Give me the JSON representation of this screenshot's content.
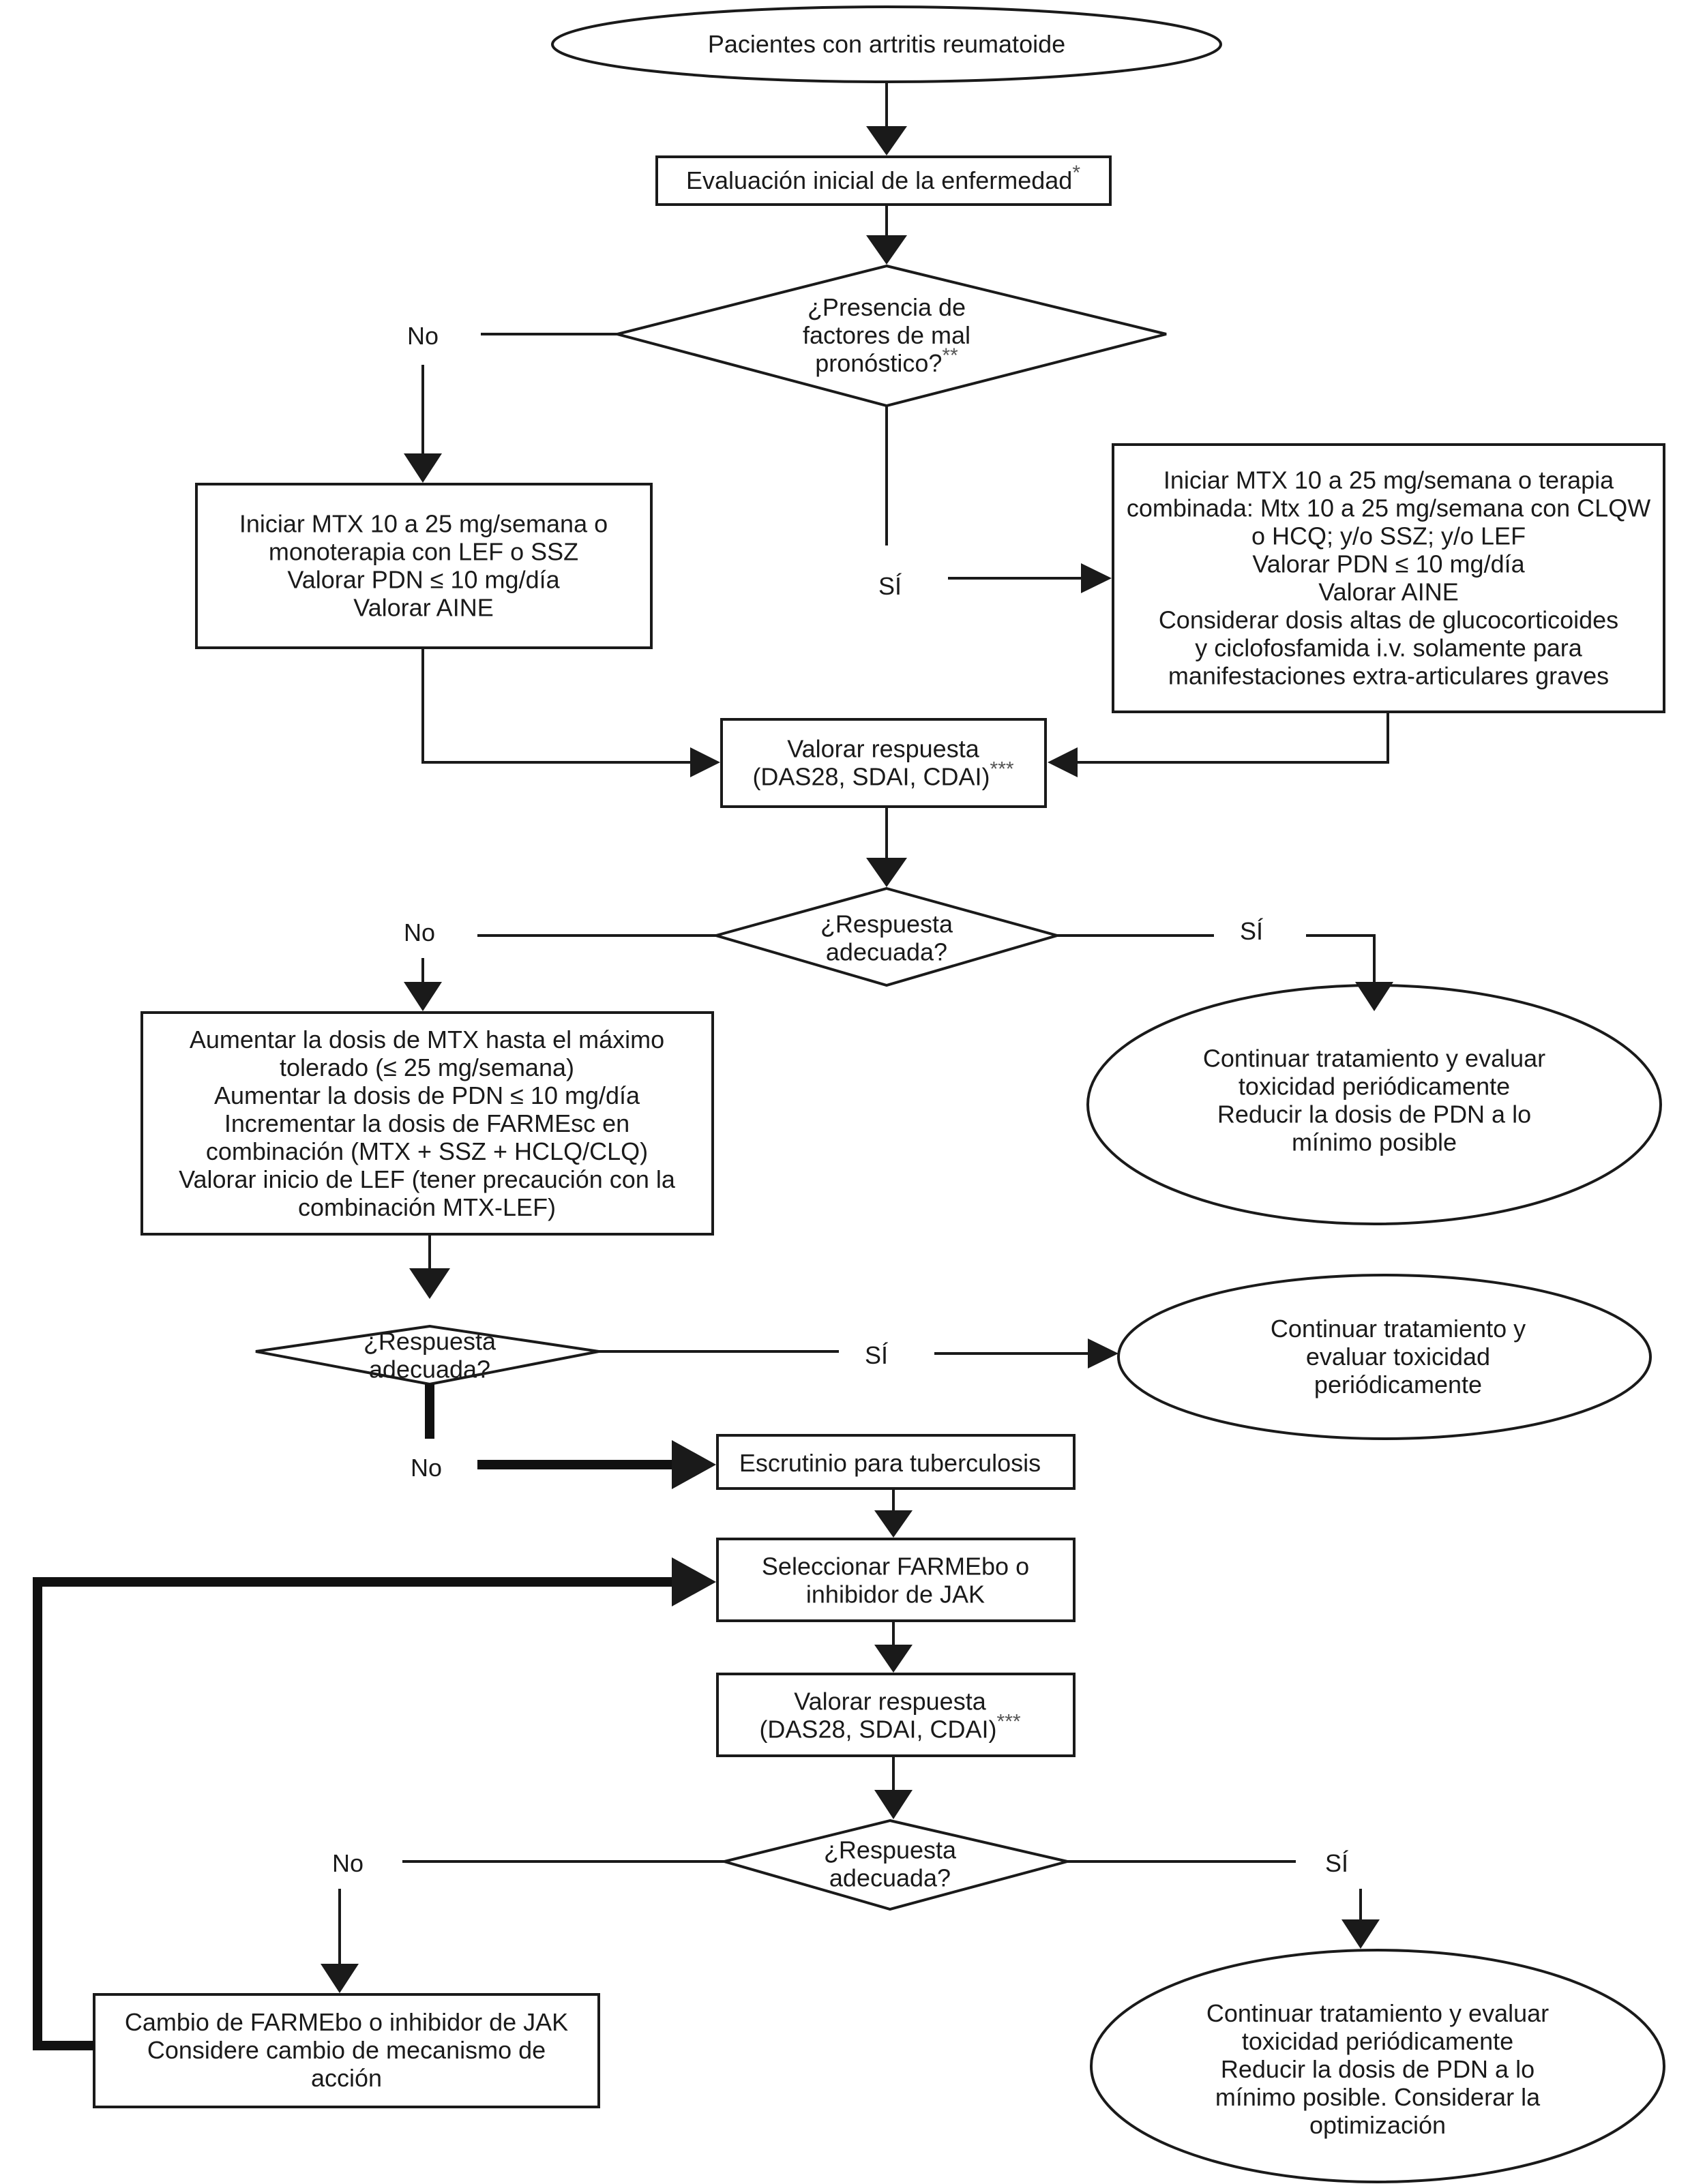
{
  "nodes": {
    "start": {
      "lines": [
        "Pacientes con artritis reumatoide"
      ]
    },
    "evaluacion": {
      "lines": [
        "Evaluación inicial de la enfermedad"
      ],
      "mark": "*"
    },
    "pronostico": {
      "lines": [
        "¿Presencia de",
        "factores de mal",
        "pronóstico?"
      ],
      "mark": "**"
    },
    "left_start": {
      "lines": [
        "Iniciar MTX 10 a 25 mg/semana o",
        "monoterapia con LEF o SSZ",
        "Valorar PDN ≤ 10 mg/día",
        "Valorar AINE"
      ]
    },
    "right_start": {
      "lines": [
        "Iniciar MTX 10 a 25 mg/semana o terapia",
        "combinada: Mtx 10 a 25 mg/semana con CLQW",
        "o HCQ; y/o SSZ; y/o LEF",
        "Valorar PDN ≤ 10 mg/día",
        "Valorar AINE",
        "Considerar dosis altas de glucocorticoides",
        "y ciclofosfamida i.v. solamente para",
        "manifestaciones extra-articulares graves"
      ]
    },
    "respuesta1": {
      "lines": [
        "Valorar respuesta",
        "(DAS28, SDAI, CDAI)"
      ],
      "mark": "***"
    },
    "decision1": {
      "lines": [
        "¿Respuesta",
        "adecuada?"
      ]
    },
    "aumentar": {
      "lines": [
        "Aumentar la dosis de MTX hasta el máximo",
        "tolerado (≤ 25 mg/semana)",
        "Aumentar la dosis de PDN ≤ 10 mg/día",
        "Incrementar la dosis de FARMEsc en",
        "combinación (MTX + SSZ + HCLQ/CLQ)",
        "Valorar inicio de LEF (tener precaución con la",
        "combinación MTX-LEF)"
      ]
    },
    "continuar1": {
      "lines": [
        "Continuar tratamiento y evaluar",
        "toxicidad periódicamente",
        "Reducir la dosis de PDN a lo",
        "mínimo posible"
      ]
    },
    "decision2": {
      "lines": [
        "¿Respuesta",
        "adecuada?"
      ]
    },
    "continuar2": {
      "lines": [
        "Continuar tratamiento y",
        "evaluar toxicidad",
        "periódicamente"
      ]
    },
    "tuberculosis": {
      "lines": [
        "Escrutinio para tuberculosis"
      ]
    },
    "seleccionar": {
      "lines": [
        "Seleccionar FARMEbo o",
        "inhibidor de JAK"
      ]
    },
    "respuesta2": {
      "lines": [
        "Valorar respuesta",
        "(DAS28, SDAI, CDAI)"
      ],
      "mark": "***"
    },
    "decision3": {
      "lines": [
        "¿Respuesta",
        "adecuada?"
      ]
    },
    "cambio": {
      "lines": [
        "Cambio de FARMEbo o inhibidor de JAK",
        "Considere cambio de mecanismo de",
        "acción"
      ]
    },
    "continuar3": {
      "lines": [
        "Continuar tratamiento y evaluar",
        "toxicidad periódicamente",
        "Reducir la dosis de PDN a lo",
        "mínimo posible. Considerar la",
        "optimización"
      ]
    }
  },
  "labels": {
    "no": "No",
    "si": "SÍ"
  }
}
